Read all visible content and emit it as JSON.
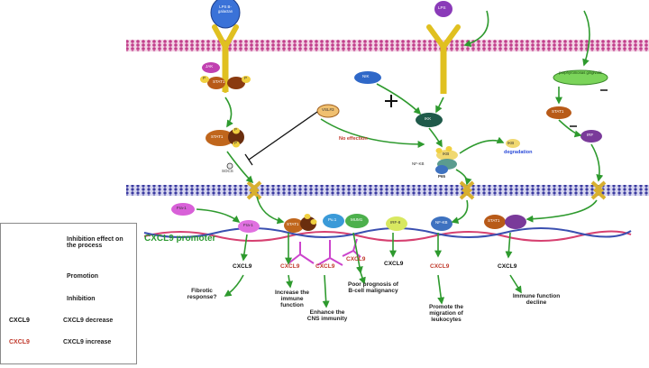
{
  "molecules": {
    "ligand_left": "LPS B-galactan",
    "ligand_right": "LPS",
    "jak_left": "JAK",
    "stat_pair": "STAT1",
    "p_symbol": "P",
    "socs": "SOCS",
    "vsl": "VSL#3",
    "nik": "NIK",
    "ikk": "IKK",
    "ikb": "IKB",
    "nfkb": "NF-KB",
    "p65": "P65",
    "bacterium": "porphyromonas gingivalis",
    "stat_right": "STAT1",
    "irf_right": "IRF",
    "fra1_out": "Fra-1",
    "fra1_in": "Fra-1",
    "nuc_stat": "STAT1",
    "pu1": "Pu.1",
    "mum1": "MUM1",
    "irf8": "IRF-8",
    "nfkb_nuc": "NF-KB",
    "stat_nuc_right": "STAT1"
  },
  "pathway_labels": {
    "no_effect": "No effection",
    "degradation": "degradation",
    "promoter": "CXCL9  promoter"
  },
  "genes": {
    "g1": "CXCL9",
    "g2": "CXCL9",
    "g3": "CXCL9",
    "g4": "CXCL9",
    "g5": "CXCL9",
    "g6": "CXCL9",
    "g7": "CXCL9"
  },
  "outcomes": {
    "o1": "Fibrotic\nresponse?",
    "o2": "Increase the\nimmune\nfunction",
    "o3": "Enhance the\nCNS immunity",
    "o4": "Poor prognosis of\nB-cell malignancy",
    "o5": "Promote the\nmigration of\nleukocytes",
    "o6": "Immune function\ndecline"
  },
  "legend": {
    "inhibition": "Inhibition effect on\nthe process",
    "promotion": "Promotion",
    "inhibition_sign": "Inhibition",
    "decrease_gene": "CXCL9",
    "decrease_text": "CXCL9 decrease",
    "increase_gene": "CXCL9",
    "increase_text": "CXCL9 increase"
  },
  "colors": {
    "green_arrow": "#2e9a2e",
    "increase": "#c0392b",
    "promoter": "#2d9a32",
    "receptor": "#e0c020",
    "membrane": "#c2408c",
    "nuclear": "#3a3aa0"
  }
}
